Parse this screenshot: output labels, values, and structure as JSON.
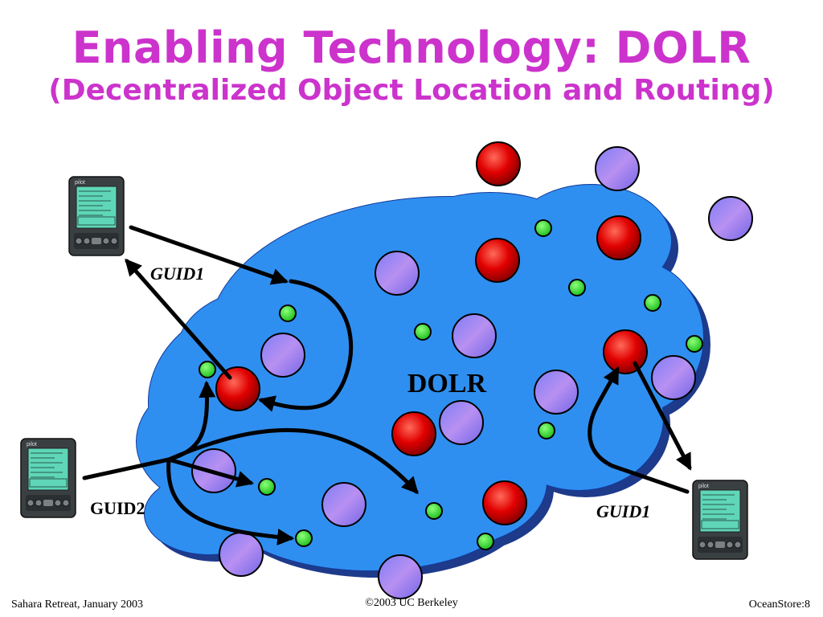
{
  "slide": {
    "title": "Enabling Technology: DOLR",
    "subtitle": "(Decentralized Object Location and Routing)"
  },
  "diagram": {
    "cloud_label": "DOLR",
    "labels": {
      "guid1_top": "GUID1",
      "guid2": "GUID2",
      "guid1_right": "GUID1"
    },
    "device_screen_text": "pilot",
    "colors": {
      "cloud": "#2f8ff0",
      "cloud_shadow": "#1e3a8a",
      "red_node": "#dd0000",
      "purple_node": "#a98ef5",
      "green_node": "#33dd33",
      "title": "#cc33cc"
    }
  },
  "footer": {
    "left": "Sahara Retreat, January 2003",
    "center": "©2003 UC Berkeley",
    "right": "OceanStore:8"
  }
}
